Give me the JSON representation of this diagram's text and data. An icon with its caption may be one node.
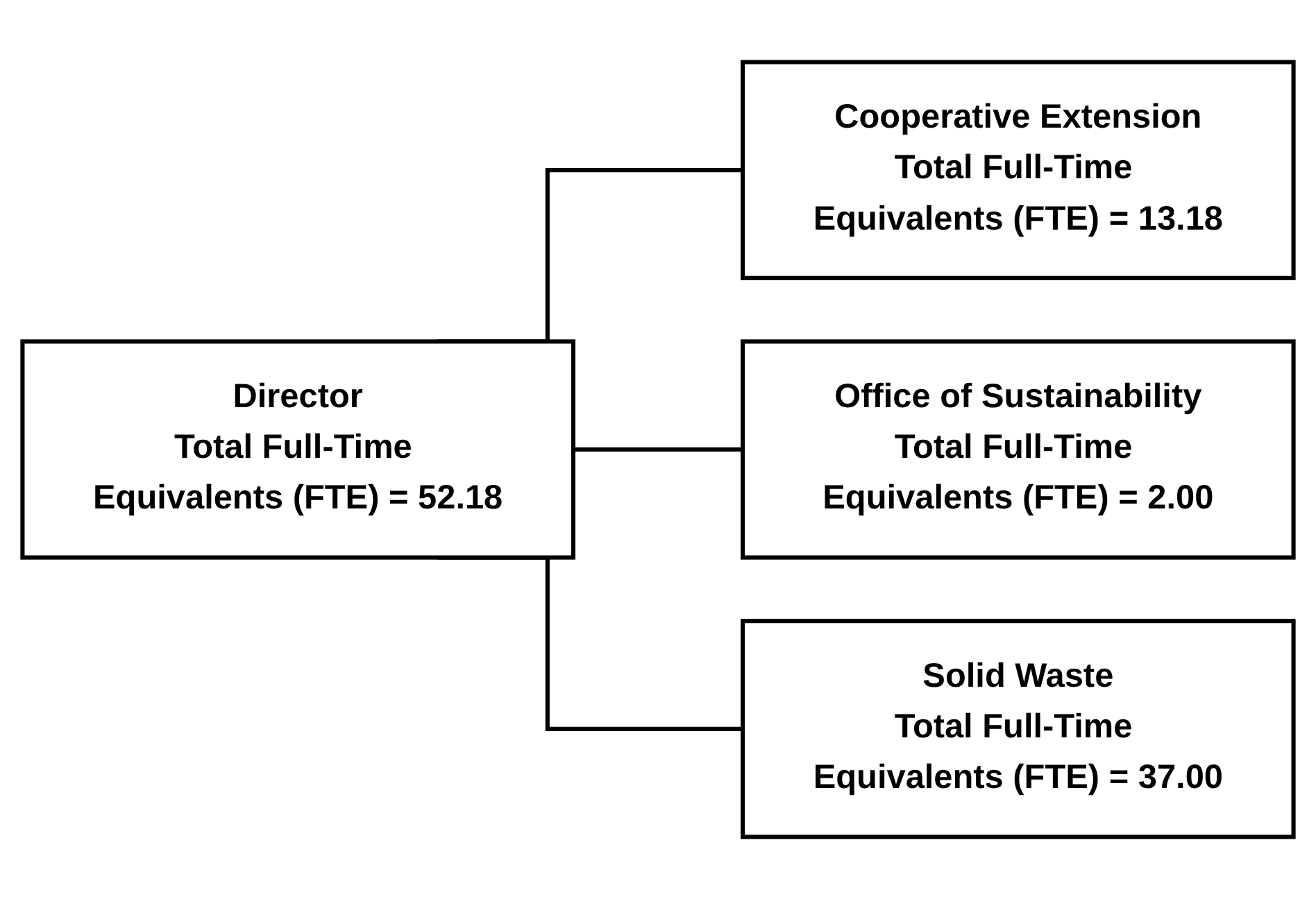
{
  "diagram": {
    "nodes": [
      {
        "text": [
          "Director",
          "Total Full-Time Equivalents (FTE) = 52.18"
        ]
      },
      {
        "text": [
          "Cooperative Extension",
          "Total Full-Time Equivalents (FTE) = 13.18"
        ]
      },
      {
        "text": [
          "Office of Sustainability",
          "Total Full-Time Equivalents (FTE) = 2.00"
        ]
      },
      {
        "text": [
          "Solid Waste",
          "Total Full-Time Equivalents (FTE) = 37.00"
        ]
      }
    ],
    "edges": [
      {
        "from": 0,
        "to": 1,
        "arrow": "none"
      },
      {
        "from": 0,
        "to": 2,
        "arrow": "none"
      },
      {
        "from": 0,
        "to": 3,
        "arrow": "none"
      }
    ]
  }
}
